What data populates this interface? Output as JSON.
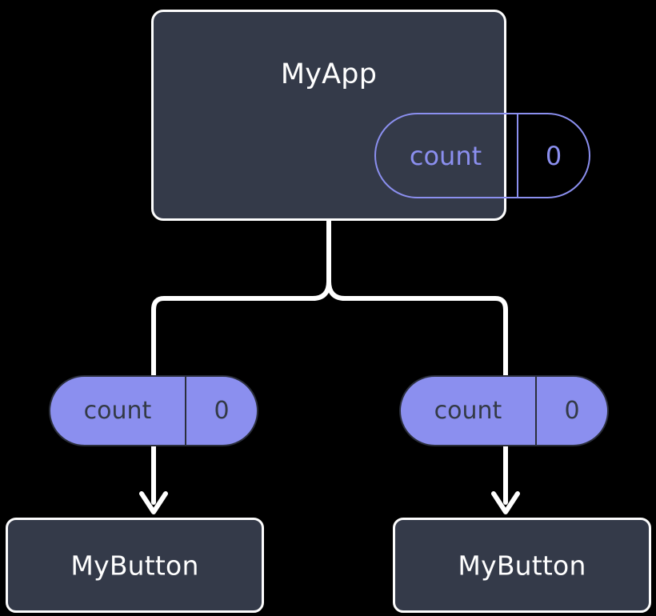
{
  "diagram": {
    "title": "MyApp",
    "background_color": "#000000",
    "node_fill": "#343a49",
    "node_border": "#fdfdfd",
    "accent_color": "#8b8fef",
    "wire_color": "#ffffff"
  },
  "root": {
    "label": "MyApp",
    "state": {
      "key": "count",
      "value": "0"
    }
  },
  "children": [
    {
      "prop": {
        "key": "count",
        "value": "0"
      },
      "label": "MyButton"
    },
    {
      "prop": {
        "key": "count",
        "value": "0"
      },
      "label": "MyButton"
    }
  ]
}
